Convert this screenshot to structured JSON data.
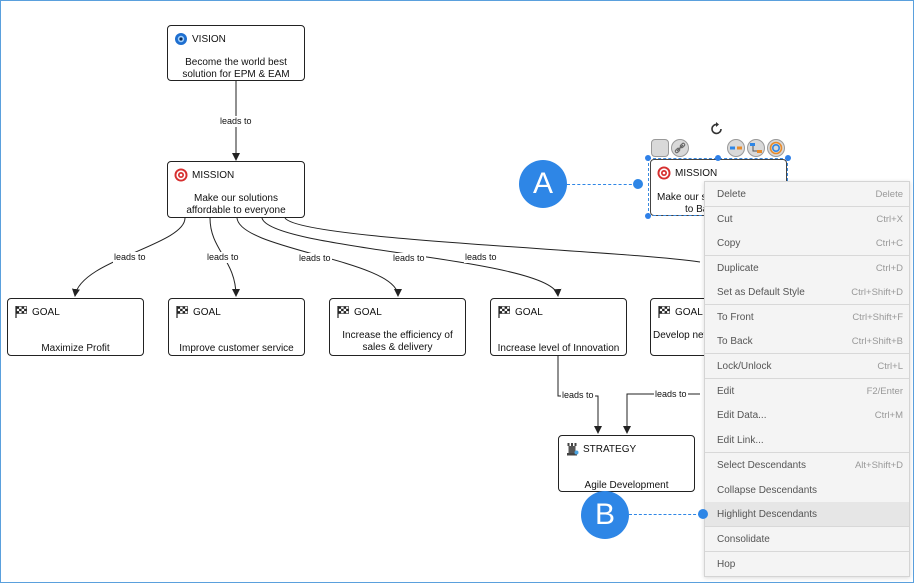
{
  "nodes": {
    "vision": {
      "type": "VISION",
      "text": "Become the world best solution for EPM & EAM"
    },
    "mission": {
      "type": "MISSION",
      "text": "Make our solutions affordable to everyone"
    },
    "goal1": {
      "type": "GOAL",
      "text": "Maximize Profit"
    },
    "goal2": {
      "type": "GOAL",
      "text": "Improve customer service"
    },
    "goal3": {
      "type": "GOAL",
      "text": "Increase the efficiency of sales & delivery"
    },
    "goal4": {
      "type": "GOAL",
      "text": "Increase level of Innovation"
    },
    "goal5": {
      "type": "GOAL",
      "text": "Develop nev"
    },
    "strategy": {
      "type": "STRATEGY",
      "text": "Agile Development"
    },
    "mission2": {
      "type": "MISSION",
      "text_line1": "Make our s",
      "text_line2": "to Ba"
    }
  },
  "edge_label": "leads to",
  "context_menu": [
    {
      "label": "Delete",
      "shortcut": "Delete"
    },
    {
      "label": "Cut",
      "shortcut": "Ctrl+X"
    },
    {
      "label": "Copy",
      "shortcut": "Ctrl+C"
    },
    {
      "label": "Duplicate",
      "shortcut": "Ctrl+D"
    },
    {
      "label": "Set as Default Style",
      "shortcut": "Ctrl+Shift+D"
    },
    {
      "label": "To Front",
      "shortcut": "Ctrl+Shift+F"
    },
    {
      "label": "To Back",
      "shortcut": "Ctrl+Shift+B"
    },
    {
      "label": "Lock/Unlock",
      "shortcut": "Ctrl+L"
    },
    {
      "label": "Edit",
      "shortcut": "F2/Enter"
    },
    {
      "label": "Edit Data...",
      "shortcut": "Ctrl+M"
    },
    {
      "label": "Edit Link...",
      "shortcut": ""
    },
    {
      "label": "Select Descendants",
      "shortcut": "Alt+Shift+D"
    },
    {
      "label": "Collapse Descendants",
      "shortcut": ""
    },
    {
      "label": "Highlight Descendants",
      "shortcut": ""
    },
    {
      "label": "Consolidate",
      "shortcut": ""
    },
    {
      "label": "Hop",
      "shortcut": ""
    }
  ],
  "callouts": {
    "a": "A",
    "b": "B"
  },
  "colors": {
    "accent": "#2e86e6",
    "selection": "#3d8be0",
    "target_red": "#d62f2f"
  }
}
